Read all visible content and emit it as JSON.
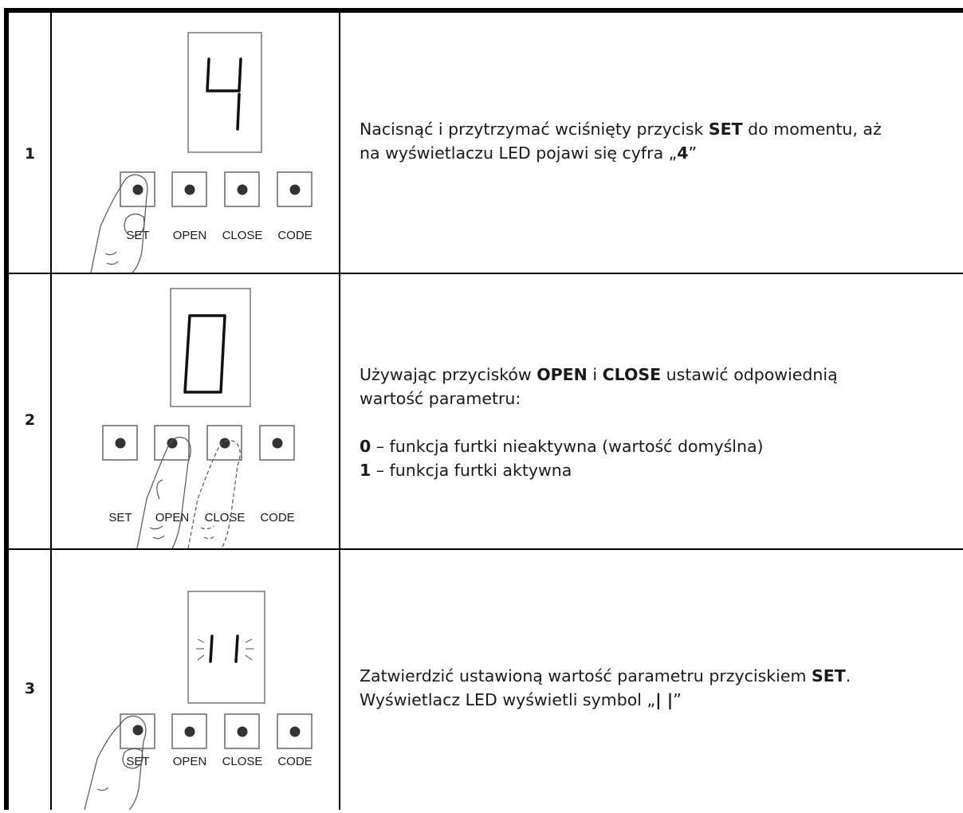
{
  "steps": [
    {
      "number": "1",
      "display_digit": "4",
      "button_labels": [
        "SET",
        "OPEN",
        "CLOSE",
        "CODE"
      ],
      "lines": [
        {
          "t1": "Nacisnąć i przytrzymać wciśnięty przycisk ",
          "b1": "SET",
          "t2": " do momentu, aż"
        },
        {
          "t1": "na wyświetlaczu LED pojawi się cyfra „",
          "b1": "4",
          "t2": "”"
        }
      ]
    },
    {
      "number": "2",
      "display_digit": "0",
      "button_labels": [
        "SET",
        "OPEN",
        "CLOSE",
        "CODE"
      ],
      "lines": [
        {
          "t1": "Używając przycisków ",
          "b1": "OPEN",
          "t2": " i ",
          "b2": "CLOSE",
          "t3": " ustawić odpowiednią"
        },
        {
          "t1": "wartość parametru:"
        }
      ],
      "options": [
        {
          "value": "0",
          "text": " – funkcja furtki nieaktywna (wartość domyślna)"
        },
        {
          "value": "1",
          "text": " – funkcja furtki aktywna"
        }
      ]
    },
    {
      "number": "3",
      "display_digit": "| |",
      "button_labels": [
        "SET",
        "OPEN",
        "CLOSE",
        "CODE"
      ],
      "lines": [
        {
          "t1": "Zatwierdzić ustawioną wartość parametru przyciskiem ",
          "b1": "SET",
          "t2": "."
        },
        {
          "t1": "Wyświetlacz LED wyświetli symbol „",
          "b1": "| |",
          "t2": "”"
        }
      ]
    }
  ]
}
